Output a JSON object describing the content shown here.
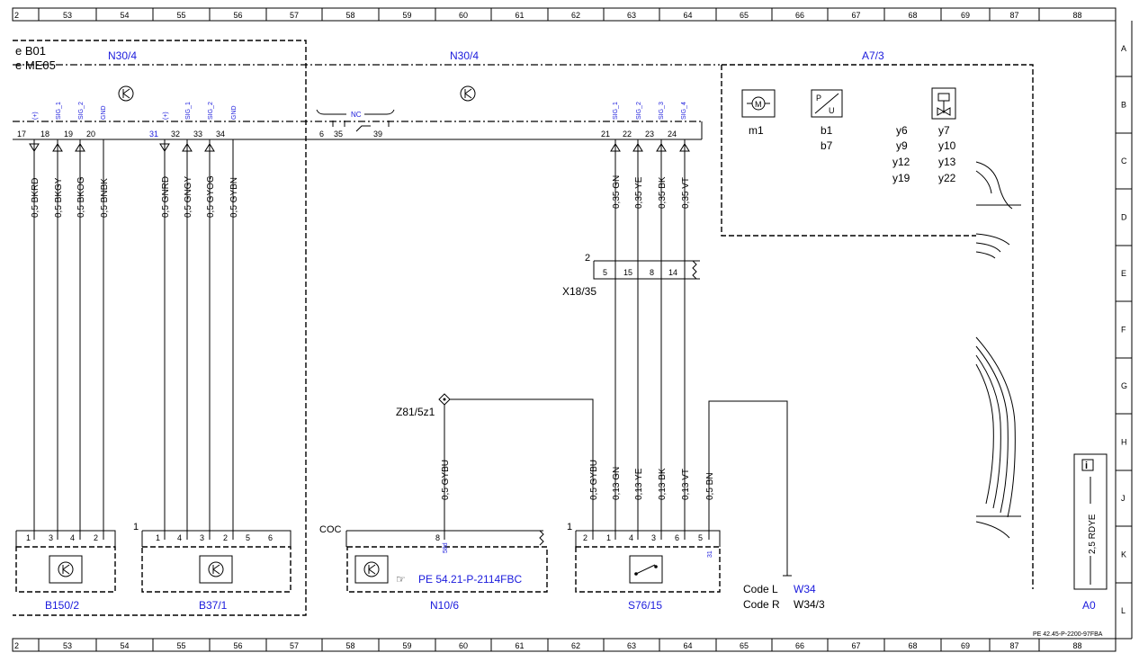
{
  "ruler": {
    "top": [
      "2",
      "53",
      "54",
      "55",
      "56",
      "57",
      "58",
      "59",
      "60",
      "61",
      "62",
      "63",
      "64",
      "65",
      "66",
      "67",
      "68",
      "69",
      "87",
      "88"
    ],
    "bottom": [
      "2",
      "53",
      "54",
      "55",
      "56",
      "57",
      "58",
      "59",
      "60",
      "61",
      "62",
      "63",
      "64",
      "65",
      "66",
      "67",
      "68",
      "69",
      "87",
      "88"
    ],
    "right": [
      "A",
      "B",
      "C",
      "D",
      "E",
      "F",
      "G",
      "H",
      "J",
      "K",
      "L"
    ]
  },
  "labels": {
    "eb01": "e B01",
    "eme05": "e ME05",
    "n304_left": "N30/4",
    "n304_mid": "N30/4",
    "a73": "A7/3",
    "x1835": "X18/35",
    "z815z1": "Z81/5z1",
    "coc": "COC",
    "pe_ref": "PE 54.21-P-2114FBC",
    "doc_id": "PE 42.45-P-2200-97FBA",
    "code_l": "Code L",
    "code_r": "Code R",
    "w34": "W34",
    "w343": "W34/3",
    "a0": "A0",
    "a0_wire": "2,5 RDYE",
    "nc": "NC",
    "info": "i"
  },
  "components": {
    "b1502": "B150/2",
    "b371": "B37/1",
    "n106": "N10/6",
    "s7615": "S76/15"
  },
  "a73_items": {
    "m1": "m1",
    "b1": "b1",
    "b7": "b7",
    "y6": "y6",
    "y7": "y7",
    "y9": "y9",
    "y10": "y10",
    "y12": "y12",
    "y13": "y13",
    "y19": "y19",
    "y22": "y22"
  },
  "pins": {
    "n30_top": [
      "17",
      "18",
      "19",
      "20",
      "31",
      "32",
      "33",
      "34",
      "6",
      "35",
      "39",
      "21",
      "22",
      "23",
      "24"
    ],
    "sig": [
      "(+)",
      "SIG_1",
      "SIG_2",
      "GND",
      "(+)",
      "SIG_1",
      "SIG_2",
      "GND",
      "SIG_1",
      "SIG_2",
      "SIG_3",
      "SIG_4"
    ],
    "x1835": [
      "2",
      "5",
      "15",
      "8",
      "14"
    ],
    "b1502": [
      "1",
      "3",
      "4",
      "2"
    ],
    "b371": [
      "1",
      "1",
      "4",
      "3",
      "2",
      "5",
      "6"
    ],
    "n106": [
      "8",
      "58d"
    ],
    "s7615": [
      "1",
      "2",
      "1",
      "4",
      "3",
      "6",
      "5",
      "31"
    ]
  },
  "wires": {
    "w17": "0,5 BKRD",
    "w18": "0,5 BKGY",
    "w19": "0,5 BKOG",
    "w20": "0,5 BNBK",
    "w31": "0,5 GNRD",
    "w32": "0,5 GNGY",
    "w33": "0,5 GYOG",
    "w34": "0,5 GYBN",
    "w21": "0,35 GN",
    "w22": "0,35 YE",
    "w23": "0,35 BK",
    "w24": "0,35 VT",
    "n106_w": "0,5 GYBU",
    "s_gybu": "0,5 GYBU",
    "s_gn": "0,13 GN",
    "s_ye": "0,13 YE",
    "s_bk": "0,13 BK",
    "s_vt": "0,13 VT",
    "s_bn": "0,5 BN"
  }
}
